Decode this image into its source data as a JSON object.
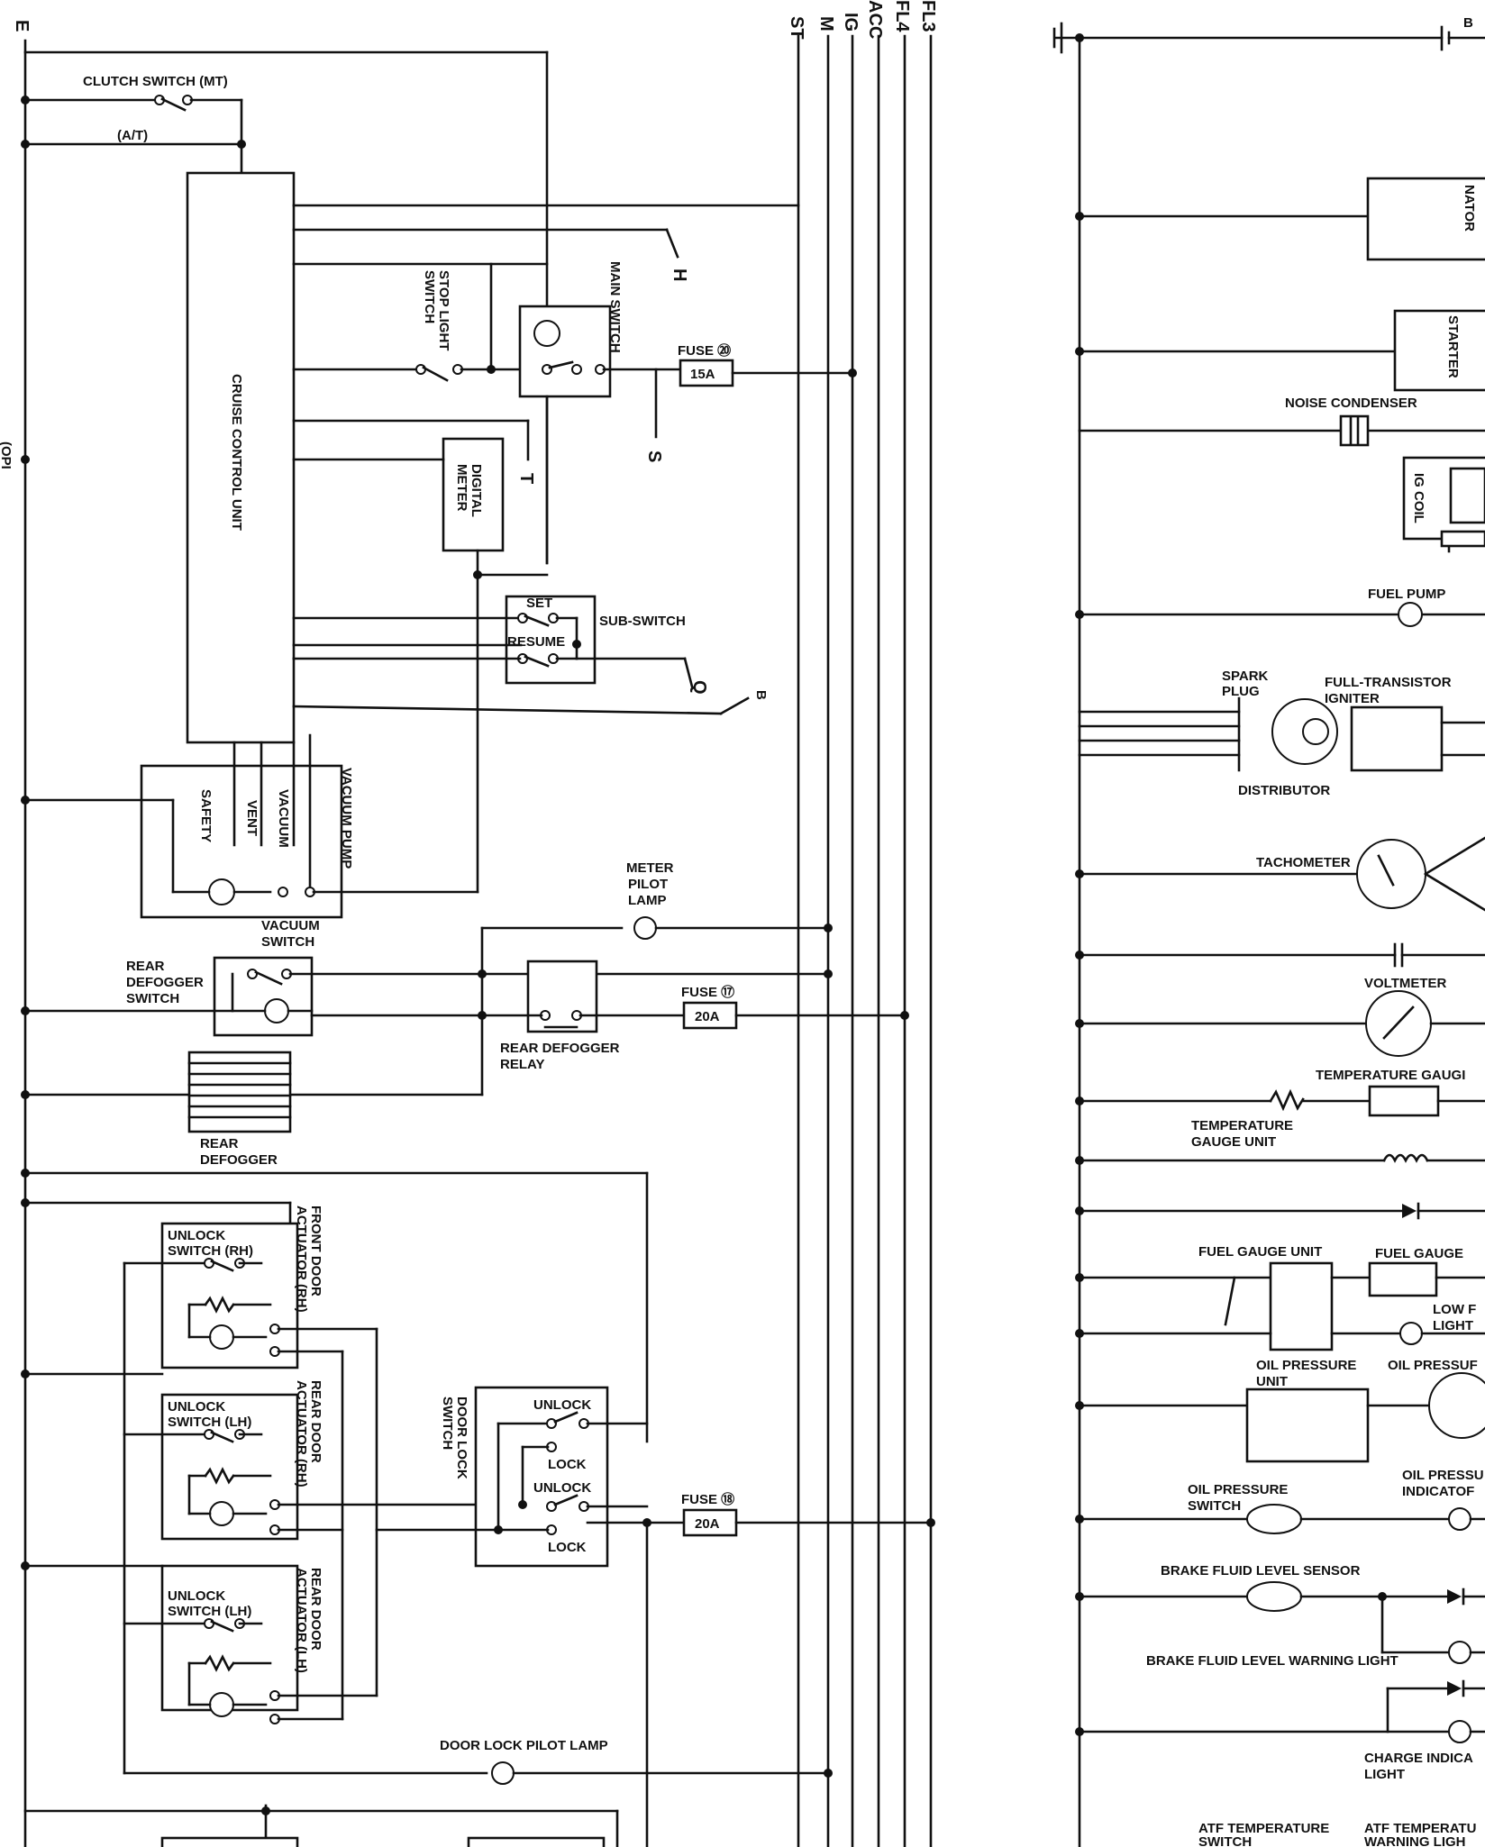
{
  "buses": {
    "e": "E",
    "st": "ST",
    "m": "M",
    "ig": "IG",
    "acc": "ACC",
    "fl4": "FL4",
    "fl3": "FL3",
    "opi": "(OPI"
  },
  "cruise": {
    "clutch_switch": "CLUTCH SWITCH (MT)",
    "at": "(A/T)",
    "unit": "CRUISE CONTROL UNIT",
    "stop_light_switch_1": "STOP LIGHT",
    "stop_light_switch_2": "SWITCH",
    "main_switch": "MAIN SWITCH",
    "fuse20": "FUSE ⑳",
    "fuse20_amps": "15A",
    "digital_meter_1": "DIGITAL",
    "digital_meter_2": "METER",
    "sub_switch": "SUB-SWITCH",
    "set": "SET",
    "resume": "RESUME",
    "vacuum_pump": "VACUUM PUMP",
    "safety": "SAFETY",
    "vent": "VENT",
    "vacuum": "VACUUM",
    "arrow_h": "H",
    "arrow_s": "S",
    "arrow_t": "T",
    "arrow_q": "Q",
    "arrow_b": "B"
  },
  "defogger": {
    "meter_pilot_lamp_1": "METER",
    "meter_pilot_lamp_2": "PILOT",
    "meter_pilot_lamp_3": "LAMP",
    "vacuum_switch_1": "VACUUM",
    "vacuum_switch_2": "SWITCH",
    "rear_defogger_switch_1": "REAR",
    "rear_defogger_switch_2": "DEFOGGER",
    "rear_defogger_switch_3": "SWITCH",
    "fuse17": "FUSE ⑰",
    "fuse17_amps": "20A",
    "relay_1": "REAR DEFOGGER",
    "relay_2": "RELAY",
    "rear_defogger_1": "REAR",
    "rear_defogger_2": "DEFOGGER"
  },
  "door_lock": {
    "unlock_switch_rh_1": "UNLOCK",
    "unlock_switch_rh_2": "SWITCH (RH)",
    "front_door_actuator_1": "FRONT DOOR",
    "front_door_actuator_2": "ACTUATOR (RH)",
    "unlock_switch_lh_1": "UNLOCK",
    "unlock_switch_lh_2": "SWITCH (LH)",
    "rear_door_actuator_rh_1": "REAR DOOR",
    "rear_door_actuator_rh_2": "ACTUATOR (RH)",
    "unlock_switch_lh2_1": "UNLOCK",
    "unlock_switch_lh2_2": "SWITCH (LH)",
    "rear_door_actuator_lh_1": "REAR DOOR",
    "rear_door_actuator_lh_2": "ACTUATOR (LH)",
    "door_lock_switch_1": "DOOR LOCK",
    "door_lock_switch_2": "SWITCH",
    "unlock": "UNLOCK",
    "lock": "LOCK",
    "fuse18": "FUSE ⑱",
    "fuse18_amps": "20A",
    "pilot_lamp": "DOOR LOCK PILOT LAMP"
  },
  "right": {
    "alternator": "NATOR",
    "starter": "STARTER",
    "noise_condenser": "NOISE CONDENSER",
    "ig_coil": "IG COIL",
    "fuel_pump": "FUEL PUMP",
    "spark_plug_1": "SPARK",
    "spark_plug_2": "PLUG",
    "igniter_1": "FULL-TRANSISTOR",
    "igniter_2": "IGNITER",
    "distributor": "DISTRIBUTOR",
    "tachometer": "TACHOMETER",
    "voltmeter": "VOLTMETER",
    "temp_gauge": "TEMPERATURE GAUGI",
    "temp_unit_1": "TEMPERATURE",
    "temp_unit_2": "GAUGE UNIT",
    "fuel_gauge_unit": "FUEL GAUGE UNIT",
    "fuel_gauge": "FUEL GAUGE",
    "low_fuel_1": "LOW F",
    "low_fuel_2": "LIGHT",
    "oil_pressure_unit_1": "OIL PRESSURE",
    "oil_pressure_unit_2": "UNIT",
    "oil_pressure_gauge": "OIL PRESSUF",
    "oil_pressure_switch_1": "OIL PRESSURE",
    "oil_pressure_switch_2": "SWITCH",
    "oil_indicator_1": "OIL PRESSU",
    "oil_indicator_2": "INDICATOF",
    "brake_sensor": "BRAKE FLUID LEVEL SENSOR",
    "brake_light": "BRAKE FLUID LEVEL  WARNING LIGHT",
    "charge_1": "CHARGE INDICA",
    "charge_2": "LIGHT",
    "atf_switch_1": "ATF TEMPERATURE",
    "atf_switch_2": "SWITCH",
    "atf_light_1": "ATF TEMPERATU",
    "atf_light_2": "WARNING  LIGH",
    "battery": "B"
  }
}
